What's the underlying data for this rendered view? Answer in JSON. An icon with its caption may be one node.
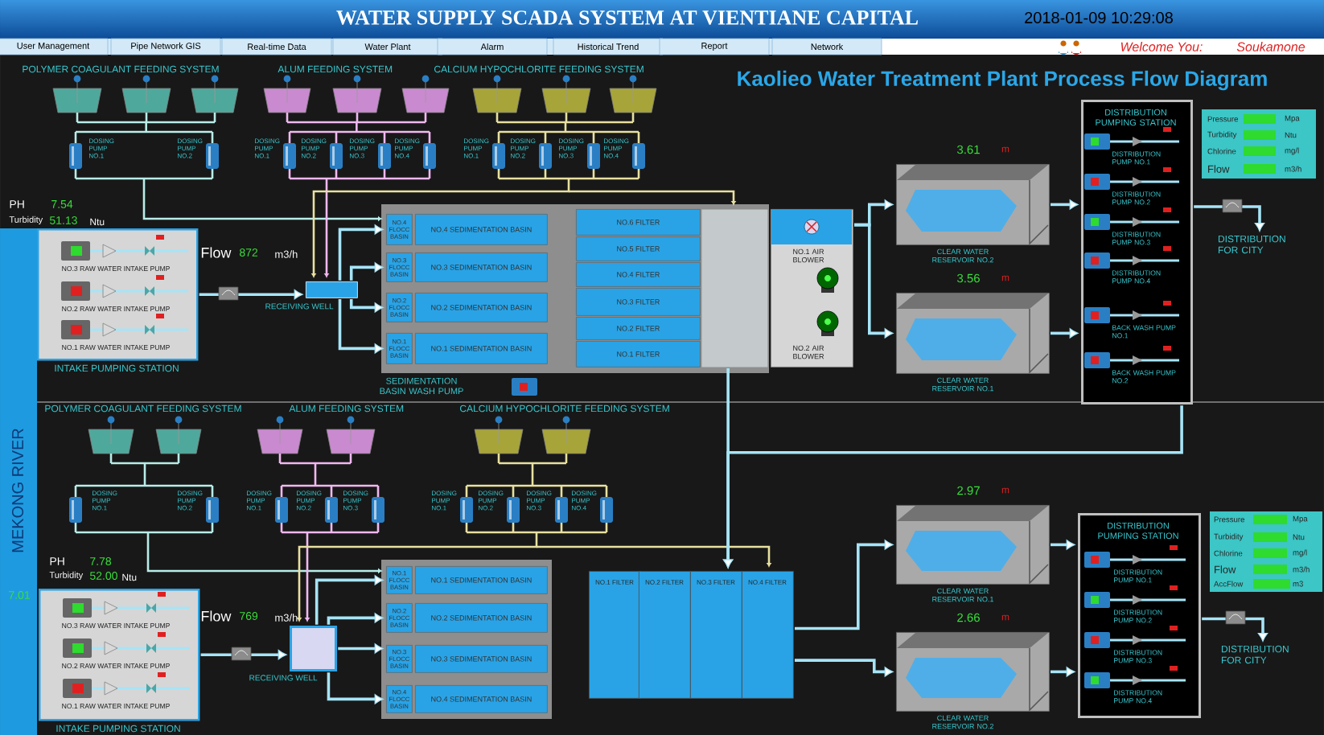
{
  "diagram": {
    "title": "WATER SUPPLY SCADA SYSTEM AT VIENTIANE CAPITAL",
    "nodes": [
      {
        "text": [
          "INTAKE PUMPING STATION"
        ]
      },
      {
        "text": [
          "RECEIVING WELL"
        ]
      },
      {
        "text": [
          "NO.4 FLOCC BASIN"
        ]
      },
      {
        "text": [
          "NO.3 FLOCC BASIN"
        ]
      },
      {
        "text": [
          "NO.2 FLOCC BASIN"
        ]
      },
      {
        "text": [
          "NO.1 FLOCC BASIN"
        ]
      },
      {
        "text": [
          "NO.4 SEDIMENTATION BASIN"
        ]
      },
      {
        "text": [
          "NO.3 SEDIMENTATION BASIN"
        ]
      },
      {
        "text": [
          "NO.2 SEDIMENTATION BASIN"
        ]
      },
      {
        "text": [
          "NO.1 SEDIMENTATION BASIN"
        ]
      },
      {
        "text": [
          "NO.6 FILTER"
        ]
      },
      {
        "text": [
          "NO.5 FILTER"
        ]
      },
      {
        "text": [
          "NO.4 FILTER"
        ]
      },
      {
        "text": [
          "NO.3 FILTER"
        ]
      },
      {
        "text": [
          "NO.2 FILTER"
        ]
      },
      {
        "text": [
          "NO.1 FILTER"
        ]
      },
      {
        "text": [
          "NO.1 AIR BLOWER",
          "NO.2 AIR BLOWER"
        ]
      },
      {
        "text": [
          "CLEAR WATER RESERVOIR NO.2"
        ],
        "beside": [
          "3.61",
          "m"
        ]
      },
      {
        "text": [
          "CLEAR WATER RESERVOIR NO.1"
        ],
        "beside": [
          "3.56",
          "m"
        ]
      },
      {
        "text": [
          "DISTRIBUTION PUMPING STATION"
        ]
      },
      {
        "text": [
          "DISTRIBUTION FOR CITY"
        ]
      },
      {
        "text": [
          "INTAKE PUMPING STATION"
        ]
      },
      {
        "text": [
          "RECEIVING WELL"
        ]
      },
      {
        "text": [
          "NO.1 FLOCC BASIN"
        ]
      },
      {
        "text": [
          "NO.2 FLOCC BASIN"
        ]
      },
      {
        "text": [
          "NO.3 FLOCC BASIN"
        ]
      },
      {
        "text": [
          "NO.4 FLOCC BASIN"
        ]
      },
      {
        "text": [
          "NO.1 SEDIMENTATION BASIN"
        ]
      },
      {
        "text": [
          "NO.2 SEDIMENTATION BASIN"
        ]
      },
      {
        "text": [
          "NO.3 SEDIMENTATION BASIN"
        ]
      },
      {
        "text": [
          "NO.4 SEDIMENTATION BASIN"
        ]
      },
      {
        "text": [
          "NO.1 FILTER"
        ]
      },
      {
        "text": [
          "NO.2 FILTER"
        ]
      },
      {
        "text": [
          "NO.3 FILTER"
        ]
      },
      {
        "text": [
          "NO.4 FILTER"
        ]
      },
      {
        "text": [
          "CLEAR WATER RESERVOIR NO.1"
        ],
        "beside": [
          "2.97",
          "m"
        ]
      },
      {
        "text": [
          "CLEAR WATER RESERVOIR NO.2"
        ],
        "beside": [
          "2.66",
          "m"
        ]
      },
      {
        "text": [
          "DISTRIBUTION PUMPING STATION"
        ]
      },
      {
        "text": [
          "DISTRIBUTION FOR CITY"
        ]
      },
      {
        "text": [],
        "shape": "box"
      }
    ],
    "edges": [
      {
        "from": 0,
        "to": 1,
        "arrow": "to"
      },
      {
        "from": 1,
        "to": 2,
        "arrow": "to"
      },
      {
        "from": 1,
        "to": 3,
        "arrow": "to"
      },
      {
        "from": 1,
        "to": 4,
        "arrow": "to"
      },
      {
        "from": 1,
        "to": 5,
        "arrow": "to"
      },
      {
        "from": 16,
        "to": 17,
        "arrow": "to"
      },
      {
        "from": 16,
        "to": 18,
        "arrow": "to"
      },
      {
        "from": 17,
        "to": 19,
        "arrow": "to"
      },
      {
        "from": 18,
        "to": 19,
        "arrow": "to"
      },
      {
        "from": 19,
        "to": 20,
        "arrow": "to"
      },
      {
        "from": 21,
        "to": 22,
        "arrow": "to"
      },
      {
        "from": 22,
        "to": 23,
        "arrow": "to"
      },
      {
        "from": 22,
        "to": 24,
        "arrow": "to"
      },
      {
        "from": 22,
        "to": 25,
        "arrow": "to"
      },
      {
        "from": 22,
        "to": 26,
        "arrow": "to"
      },
      {
        "from": 34,
        "to": 35,
        "arrow": "to"
      },
      {
        "from": 34,
        "to": 36,
        "arrow": "to"
      },
      {
        "from": 35,
        "to": 37,
        "arrow": "to"
      },
      {
        "from": 36,
        "to": 37,
        "arrow": "to"
      },
      {
        "from": 37,
        "to": 38,
        "arrow": "to"
      },
      {
        "from": 39,
        "to": 33,
        "arrow": "to"
      },
      {
        "from": 19,
        "to": 33,
        "arrow": "to"
      }
    ],
    "labels": [
      "User Management",
      "Pipe Network GIS",
      "Real-time Data",
      "Water Plant",
      "Alarm",
      "Historical Trend",
      "Report",
      "Network",
      "2018-01-09 10:29:08",
      "Welcome You:",
      "Soukamone",
      "Kaolieo Water Treatment Plant Process Flow Diagram",
      "MEKONG RIVER",
      "7.01",
      "POLYMER COAGULANT FEEDING SYSTEM",
      "ALUM FEEDING SYSTEM",
      "CALCIUM HYPOCHLORITE FEEDING SYSTEM",
      "DOSING PUMP NO.1",
      "DOSING PUMP NO.2",
      "DOSING PUMP NO.1",
      "DOSING PUMP NO.2",
      "DOSING PUMP NO.3",
      "DOSING PUMP NO.4",
      "DOSING PUMP NO.1",
      "DOSING PUMP NO.2",
      "DOSING PUMP NO.3",
      "DOSING PUMP NO.4",
      "PH",
      "7.54",
      "Turbidity",
      "51.13",
      "Ntu",
      "NO.3 RAW WATER INTAKE PUMP",
      "NO.2 RAW WATER INTAKE PUMP",
      "NO.1 RAW WATER INTAKE PUMP",
      "Flow",
      "872",
      "m3/h",
      "SEDIMENTATION BASIN WASH PUMP",
      "DISTRIBUTION PUMP NO.1",
      "DISTRIBUTION PUMP NO.2",
      "DISTRIBUTION PUMP NO.3",
      "DISTRIBUTION PUMP NO.4",
      "BACK WASH PUMP NO.1",
      "BACK WASH PUMP NO.2",
      "Pressure",
      "Mpa",
      "Turbidity",
      "Ntu",
      "Chlorine",
      "mg/l",
      "Flow",
      "m3/h",
      "POLYMER COAGULANT FEEDING SYSTEM",
      "ALUM FEEDING SYSTEM",
      "CALCIUM HYPOCHLORITE FEEDING SYSTEM",
      "DOSING PUMP NO.1",
      "DOSING PUMP NO.2",
      "DOSING PUMP NO.1",
      "DOSING PUMP NO.2",
      "DOSING PUMP NO.3",
      "DOSING PUMP NO.1",
      "DOSING PUMP NO.2",
      "DOSING PUMP NO.3",
      "DOSING PUMP NO.4",
      "PH",
      "7.78",
      "Turbidity",
      "52.00",
      "Ntu",
      "NO.3 RAW WATER INTAKE PUMP",
      "NO.2 RAW WATER INTAKE PUMP",
      "NO.1 RAW WATER INTAKE PUMP",
      "Flow",
      "769",
      "m3/h",
      "DISTRIBUTION PUMP NO.1",
      "DISTRIBUTION PUMP NO.2",
      "DISTRIBUTION PUMP NO.3",
      "DISTRIBUTION PUMP NO.4",
      "Pressure",
      "Mpa",
      "Turbidity",
      "Ntu",
      "Chlorine",
      "mg/l",
      "Flow",
      "m3/h",
      "AccFlow",
      "m3"
    ]
  }
}
